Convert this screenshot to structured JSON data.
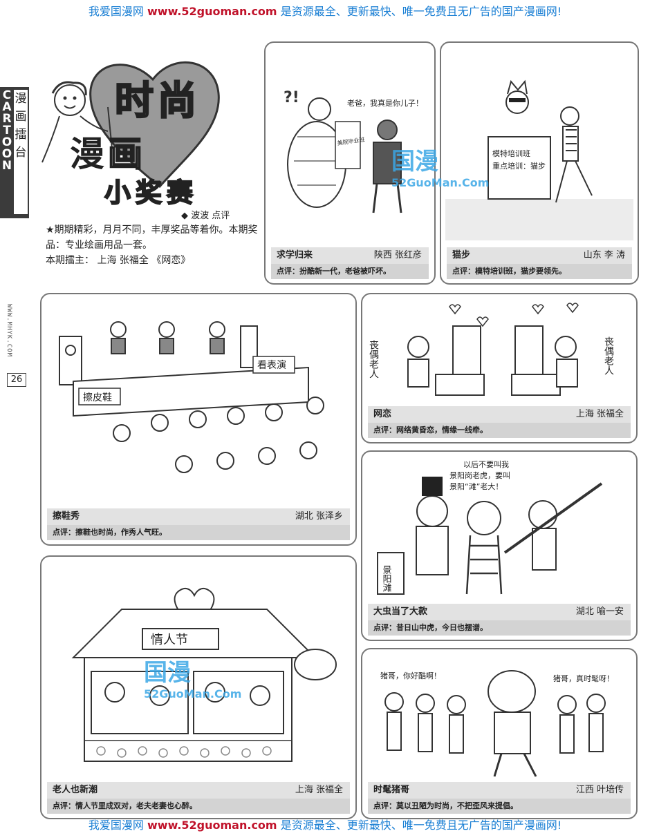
{
  "banner": {
    "prefix": "我爱国漫网",
    "url": "www.52guoman.com",
    "suffix": "是资源最全、更新最快、唯一免费且无广告的国产漫画网!"
  },
  "sidebar": {
    "logo": "CARTOON",
    "column": "漫画擂台",
    "site": "WWW.MHYK.COM",
    "page_number": "26"
  },
  "header": {
    "title_chars": [
      "时",
      "尚",
      "漫",
      "画",
      "小",
      "奖",
      "赛"
    ],
    "critic": "◆ 波波  点评",
    "intro_line1": "★期期精彩，月月不同，丰厚奖品等着你。本期奖品：专业绘画用品一套。",
    "intro_line2": "本期擂主：  上海   张福全   《网恋》"
  },
  "watermark": {
    "logo": "国漫",
    "url": "52GuoMan.Com"
  },
  "panels": [
    {
      "title": "求学归来",
      "author": "陕西   张红彦",
      "comment": "点评：扮酷新一代，老爸被吓坏。",
      "art_texts": [
        "?!",
        "老爸，我真是你儿子！",
        "美院毕业班"
      ]
    },
    {
      "title": "猫步",
      "author": "山东   李 涛",
      "comment": "点评：模特培训班，猫步要领先。",
      "art_texts": [
        "模特培训班",
        "重点培训：猫步"
      ]
    },
    {
      "title": "擦鞋秀",
      "author": "湖北   张泽乡",
      "comment": "点评：擦鞋也时尚，作秀人气旺。",
      "art_texts": [
        "擦皮鞋",
        "看表演"
      ]
    },
    {
      "title": "网恋",
      "author": "上海   张福全",
      "comment": "点评：网络黄昏恋，情缘一线牵。",
      "art_texts": [
        "丧偶老人",
        "丧偶老人"
      ]
    },
    {
      "title": "大虫当了大款",
      "author": "湖北   喻一安",
      "comment": "点评：昔日山中虎，今日也摆谱。",
      "art_texts": [
        "以后不要叫我",
        "景阳岗老虎，要叫",
        "景阳“滩”老大！",
        "景阳滩"
      ]
    },
    {
      "title": "老人也新潮",
      "author": "上海   张福全",
      "comment": "点评：情人节里成双对，老夫老妻也心醉。",
      "art_texts": [
        "情人节"
      ]
    },
    {
      "title": "时髦猪哥",
      "author": "江西   叶培传",
      "comment": "点评：莫以丑陋为时尚，不把歪风来提倡。",
      "art_texts": [
        "猪哥，你好酷啊！",
        "猪哥，真时髦呀！"
      ]
    }
  ]
}
